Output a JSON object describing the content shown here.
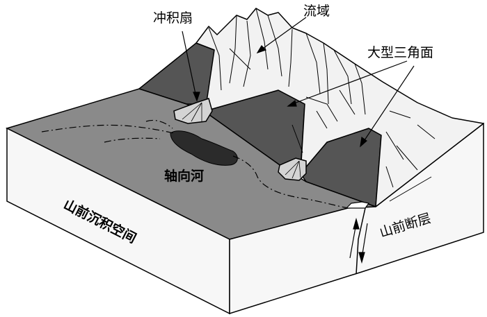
{
  "labels": {
    "alluvial_fan": "冲积扇",
    "catchment": "流域",
    "triangular_facet": "大型三角面",
    "axial_river": "轴向河",
    "foreland_space": "山前沉积空间",
    "range_front_fault": "山前断层"
  },
  "colors": {
    "basin_floor": "#8a8a8a",
    "facet_dark": "#555555",
    "river": "#2b2b2b",
    "mountain": "#f2f2f2",
    "block_side": "#f7f7f7",
    "fan": "#d4d4d4",
    "outline": "#000000"
  }
}
